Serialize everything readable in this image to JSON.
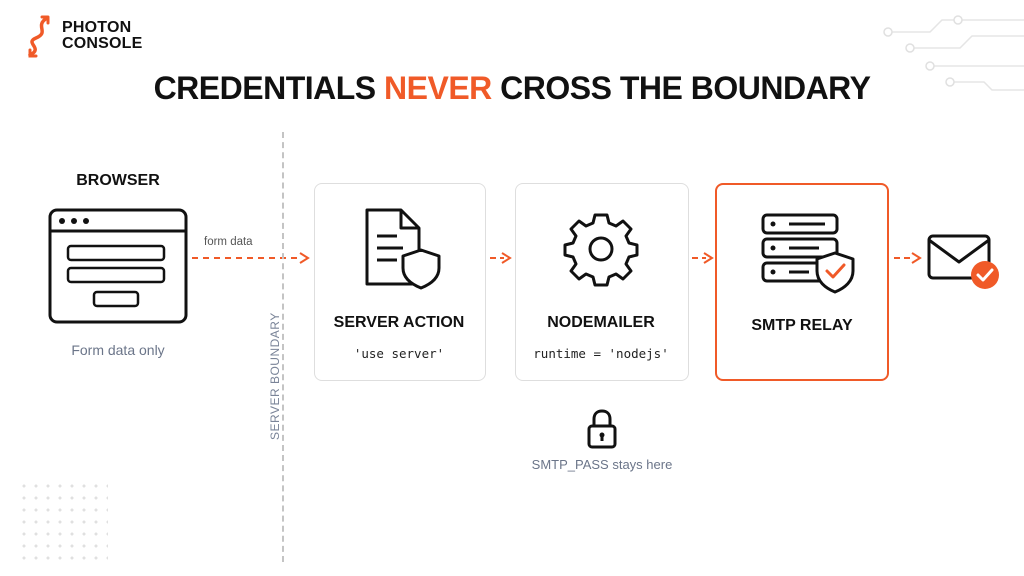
{
  "brand": {
    "line1": "PHOTON",
    "line2": "CONSOLE"
  },
  "headline": {
    "part1": "CREDENTIALS ",
    "accent": "NEVER",
    "part2": " CROSS THE BOUNDARY"
  },
  "browser": {
    "title": "BROWSER",
    "caption": "Form data only",
    "arrow_label": "form data"
  },
  "boundary": {
    "label": "SERVER BOUNDARY"
  },
  "nodes": [
    {
      "title": "SERVER ACTION",
      "code": "'use server'",
      "icon": "document-shield-icon"
    },
    {
      "title": "NODEMAILER",
      "code": "runtime = 'nodejs'",
      "icon": "gear-icon"
    },
    {
      "title": "SMTP RELAY",
      "code": "",
      "icon": "server-shield-icon"
    }
  ],
  "secret": {
    "label": "SMTP_PASS stays here",
    "icon": "lock-icon"
  },
  "destination": {
    "icon": "mail-check-icon"
  },
  "colors": {
    "accent": "#f05a28",
    "border": "#dedede",
    "muted": "#6b7589"
  }
}
